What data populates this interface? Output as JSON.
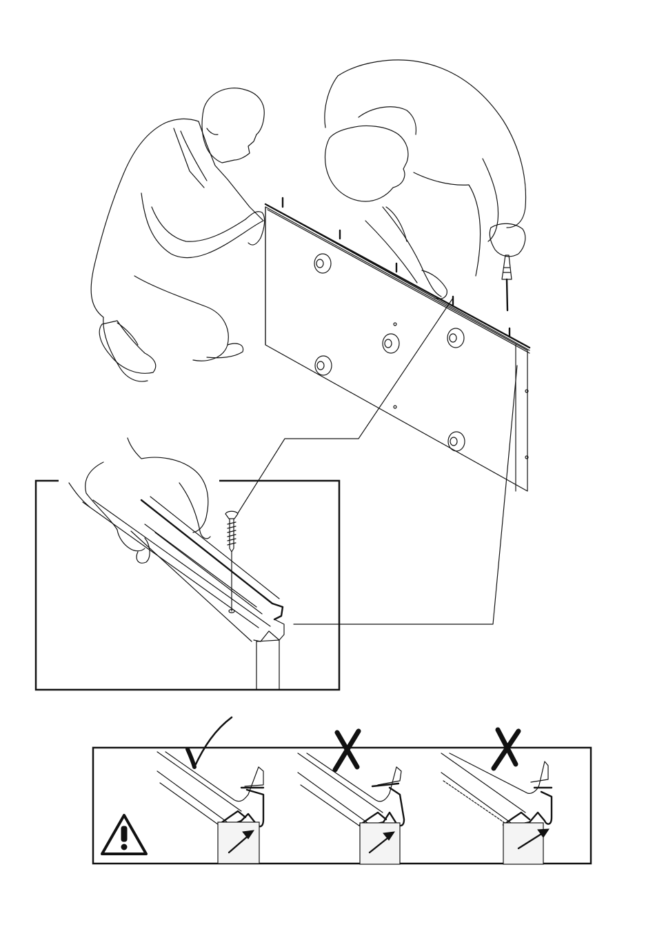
{
  "page": {
    "background": "#ffffff",
    "ink": "#111111"
  },
  "illustration": {
    "top_scene": "assembly-two-workers-attaching-rail",
    "detail_inset": "rail-screw-detail",
    "warning_panel": {
      "icon": "warning-triangle-icon",
      "variants": [
        {
          "mark": "check-icon",
          "status": "correct"
        },
        {
          "mark": "cross-icon",
          "status": "wrong"
        },
        {
          "mark": "cross-icon",
          "status": "wrong"
        }
      ]
    }
  }
}
